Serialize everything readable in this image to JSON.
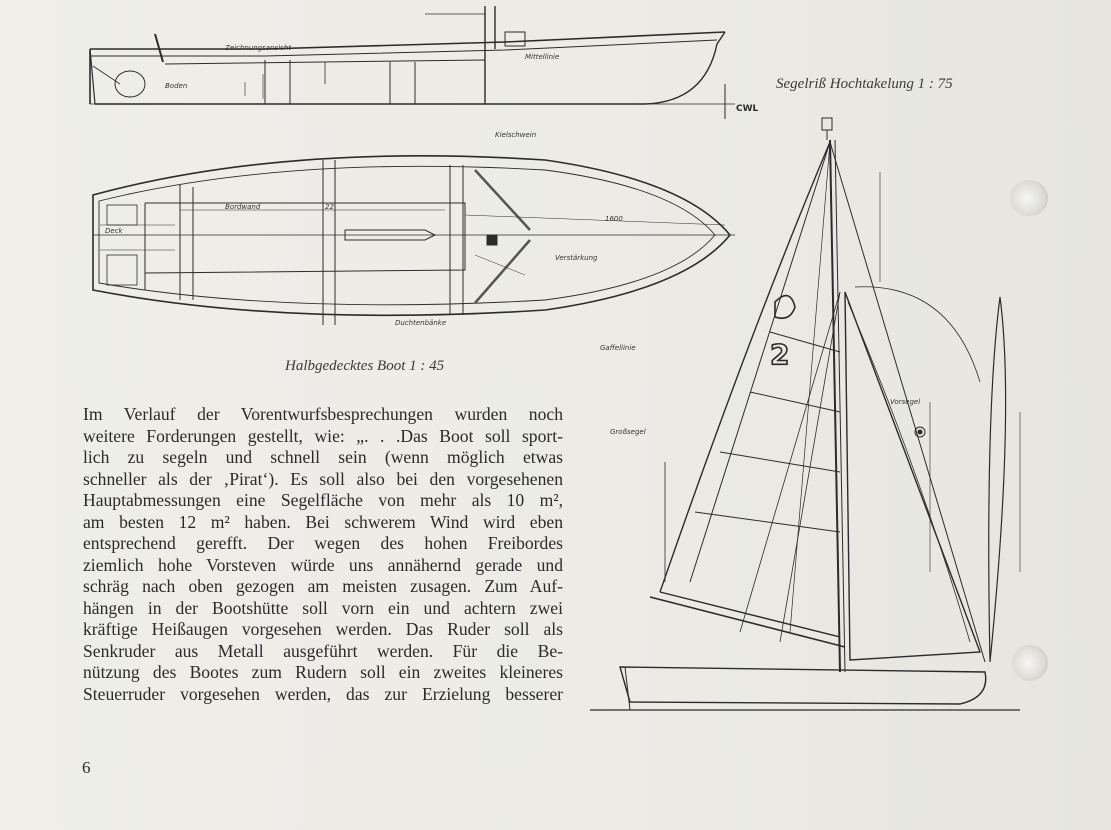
{
  "captions": {
    "hull_drawing": "Halbgedecktes Boot 1 : 45",
    "sail_drawing": "Segelriß Hochtakelung 1 : 75"
  },
  "body_lines": [
    "Im Verlauf der Vorentwurfsbesprechungen wurden noch",
    "weitere Forderungen gestellt, wie: „. . .Das Boot soll sport-",
    "lich zu segeln und schnell sein (wenn möglich etwas",
    "schneller als der ‚Pirat‘). Es soll also bei den vorgesehenen",
    "Hauptabmessungen eine Segelfläche von mehr als 10 m², ",
    "am besten 12 m² haben. Bei schwerem Wind wird eben",
    "entsprechend gerefft. Der wegen des hohen Freibordes",
    "ziemlich hohe Vorsteven würde uns annähernd gerade und",
    "schräg nach oben gezogen am meisten zusagen. Zum Auf-",
    "hängen in der Bootshütte soll vorn ein und achtern zwei",
    "kräftige Heißaugen vorgesehen werden. Das Ruder soll als",
    "Senkruder aus Metall ausgeführt werden. Für die Be-",
    "nützung des Bootes zum Rudern soll ein zweites kleineres",
    "Steuerruder vorgesehen werden, das zur Erzielung besserer"
  ],
  "page_number": "6",
  "sail_number": "2",
  "cwl_label": "CWL"
}
